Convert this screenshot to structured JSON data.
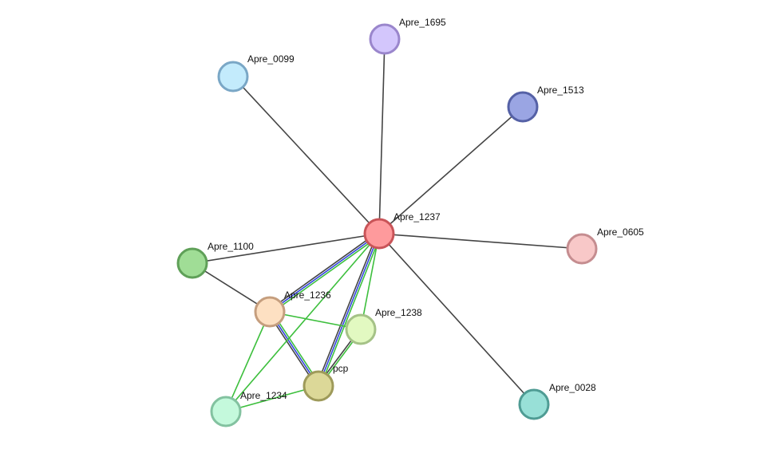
{
  "network": {
    "nodes": [
      {
        "id": "Apre_1695",
        "label": "Apre_1695",
        "fill": "#d3c6fc",
        "stroke": "#9a86cc"
      },
      {
        "id": "Apre_0099",
        "label": "Apre_0099",
        "fill": "#c3ebfc",
        "stroke": "#7aa7c6"
      },
      {
        "id": "Apre_1513",
        "label": "Apre_1513",
        "fill": "#9aa5e3",
        "stroke": "#5561a6"
      },
      {
        "id": "Apre_1237",
        "label": "Apre_1237",
        "fill": "#fe9a9c",
        "stroke": "#c95458"
      },
      {
        "id": "Apre_0605",
        "label": "Apre_0605",
        "fill": "#f8c8c8",
        "stroke": "#c58d90"
      },
      {
        "id": "Apre_1100",
        "label": "Apre_1100",
        "fill": "#a0dd96",
        "stroke": "#5fa058"
      },
      {
        "id": "Apre_1236",
        "label": "Apre_1236",
        "fill": "#fde0c2",
        "stroke": "#c59e7e"
      },
      {
        "id": "Apre_1238",
        "label": "Apre_1238",
        "fill": "#e2f9c1",
        "stroke": "#a5c287"
      },
      {
        "id": "pcp",
        "label": "pcp",
        "fill": "#dcd898",
        "stroke": "#9e9a5a"
      },
      {
        "id": "Apre_1234",
        "label": "Apre_1234",
        "fill": "#c4f9dc",
        "stroke": "#83c2a0"
      },
      {
        "id": "Apre_0028",
        "label": "Apre_0028",
        "fill": "#98e0d7",
        "stroke": "#4f9c94"
      }
    ],
    "edges": [
      {
        "source": "Apre_1237",
        "target": "Apre_1695",
        "colors": [
          "#444444"
        ]
      },
      {
        "source": "Apre_1237",
        "target": "Apre_0099",
        "colors": [
          "#444444"
        ]
      },
      {
        "source": "Apre_1237",
        "target": "Apre_1513",
        "colors": [
          "#444444"
        ]
      },
      {
        "source": "Apre_1237",
        "target": "Apre_0605",
        "colors": [
          "#444444"
        ]
      },
      {
        "source": "Apre_1237",
        "target": "Apre_0028",
        "colors": [
          "#444444"
        ]
      },
      {
        "source": "Apre_1237",
        "target": "Apre_1100",
        "colors": [
          "#444444"
        ]
      },
      {
        "source": "Apre_1100",
        "target": "Apre_1236",
        "colors": [
          "#444444"
        ]
      },
      {
        "source": "Apre_1237",
        "target": "Apre_1236",
        "colors": [
          "#3dbf3d",
          "#3344dd",
          "#444444"
        ]
      },
      {
        "source": "Apre_1237",
        "target": "pcp",
        "colors": [
          "#3dbf3d",
          "#3344dd",
          "#444444"
        ]
      },
      {
        "source": "Apre_1236",
        "target": "pcp",
        "colors": [
          "#3dbf3d",
          "#3344dd",
          "#444444"
        ]
      },
      {
        "source": "Apre_1237",
        "target": "Apre_1238",
        "colors": [
          "#3dbf3d"
        ]
      },
      {
        "source": "Apre_1237",
        "target": "Apre_1234",
        "colors": [
          "#3dbf3d"
        ]
      },
      {
        "source": "Apre_1236",
        "target": "Apre_1238",
        "colors": [
          "#3dbf3d"
        ]
      },
      {
        "source": "Apre_1236",
        "target": "Apre_1234",
        "colors": [
          "#3dbf3d"
        ]
      },
      {
        "source": "Apre_1238",
        "target": "pcp",
        "colors": [
          "#3dbf3d",
          "#444444"
        ]
      },
      {
        "source": "pcp",
        "target": "Apre_1234",
        "colors": [
          "#3dbf3d"
        ]
      }
    ]
  }
}
